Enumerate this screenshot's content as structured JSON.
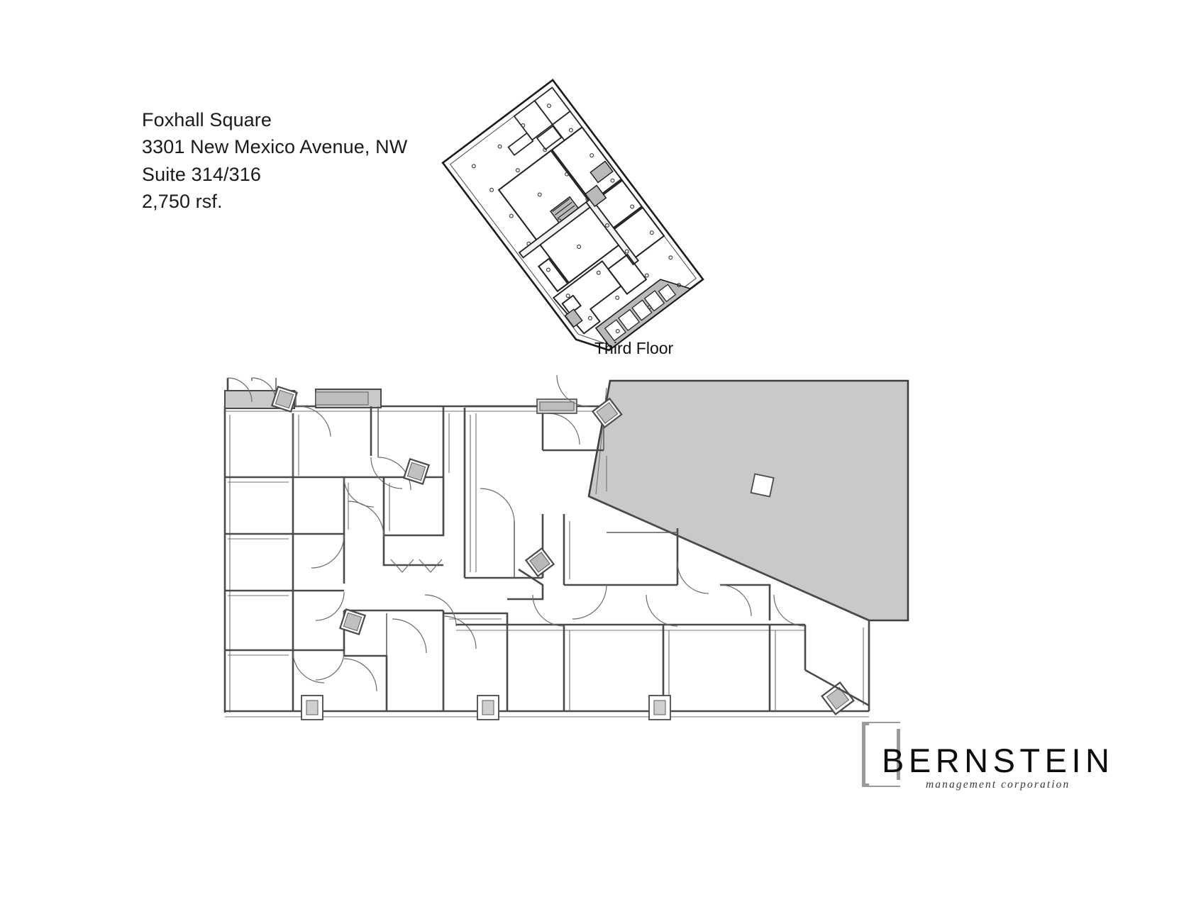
{
  "document": {
    "type": "floor-plan",
    "page_background": "#ffffff"
  },
  "title_block": {
    "property_name": "Foxhall Square",
    "address": "3301 New Mexico Avenue, NW",
    "suite": "Suite 314/316",
    "area": "2,750 rsf."
  },
  "key_plan": {
    "label": "Third Floor",
    "description": "Rotated overall third-floor key plan with the subject suite shaded",
    "orientation_degrees": -37
  },
  "main_plan": {
    "description": "Enlarged suite plan: perimeter offices at left and bottom, open shaded tenant area at upper right",
    "highlight_color": "#c9c9c9",
    "wall_color": "#3c3c3c",
    "line_color": "#555555",
    "column_fill": "#ffffff",
    "rooms": [
      {
        "name": "northwest-entry-vestibule",
        "type": "vestibule"
      },
      {
        "name": "west-office-1",
        "type": "private-office"
      },
      {
        "name": "west-office-2",
        "type": "private-office"
      },
      {
        "name": "west-office-3",
        "type": "private-office"
      },
      {
        "name": "west-office-4",
        "type": "private-office"
      },
      {
        "name": "west-office-5",
        "type": "private-office"
      },
      {
        "name": "interior-corridor",
        "type": "circulation"
      },
      {
        "name": "storage-closet",
        "type": "closet"
      },
      {
        "name": "north-conference-room",
        "type": "conference"
      },
      {
        "name": "shaded-open-suite",
        "type": "open-office",
        "shaded": true
      },
      {
        "name": "east-office-1",
        "type": "private-office"
      },
      {
        "name": "east-office-2",
        "type": "private-office"
      },
      {
        "name": "south-office-1",
        "type": "private-office"
      },
      {
        "name": "south-office-2",
        "type": "private-office"
      },
      {
        "name": "south-office-3",
        "type": "private-office"
      },
      {
        "name": "south-office-4",
        "type": "private-office"
      }
    ]
  },
  "logo": {
    "wordmark": "BERNSTEIN",
    "tagline": "management corporation",
    "mark_color": "#9a9a9a",
    "wordmark_color": "#0d0d0d"
  }
}
